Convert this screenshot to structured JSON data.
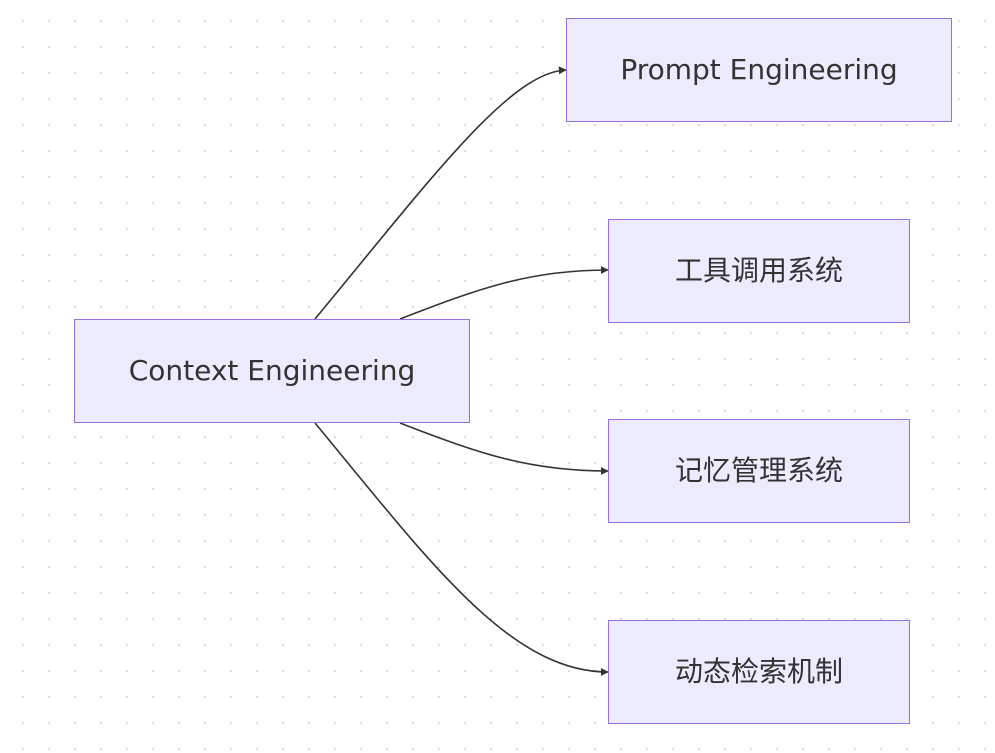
{
  "diagram": {
    "nodes": {
      "context": {
        "label": "Context Engineering"
      },
      "prompt": {
        "label": "Prompt Engineering"
      },
      "tools": {
        "label": "工具调用系统"
      },
      "memory": {
        "label": "记忆管理系统"
      },
      "retrieval": {
        "label": "动态检索机制"
      }
    },
    "edges": [
      {
        "from": "context",
        "to": "prompt"
      },
      {
        "from": "context",
        "to": "tools"
      },
      {
        "from": "context",
        "to": "memory"
      },
      {
        "from": "context",
        "to": "retrieval"
      }
    ],
    "colors": {
      "node_fill": "#ececfe",
      "node_border": "#9470db",
      "edge": "#333333",
      "text": "#333333"
    }
  }
}
